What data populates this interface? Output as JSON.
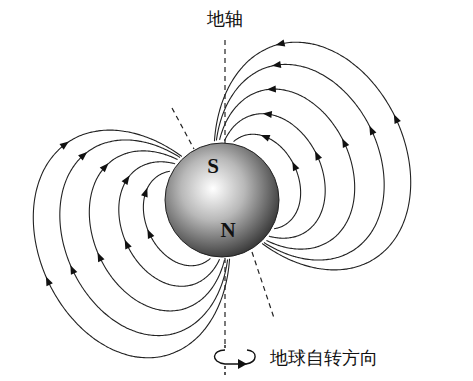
{
  "diagram": {
    "nodes": [
      {
        "text": [
          "S",
          "N"
        ]
      }
    ],
    "labels": [
      "地轴",
      "地球自转方向"
    ]
  }
}
